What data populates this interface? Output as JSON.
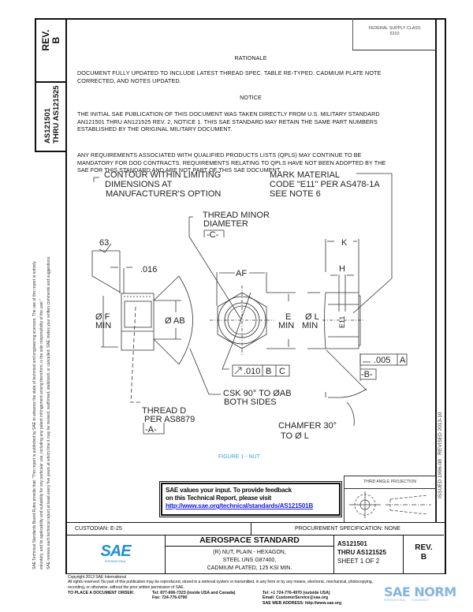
{
  "side_strip": {
    "rev_label": "REV.",
    "rev_value": "B",
    "doc_number": "AS121501",
    "doc_thru": "THRU AS121525"
  },
  "left_margin": {
    "line1": "SAE Technical Standards Board Rules provide that: \"This report is published by SAE to advance the state of technical and engineering sciences. The use of this report is entirely",
    "line2": "voluntary, and its applicability and suitability for any particular use, including any patent infringement arising therefrom, is the sole responsibility of the user.\"",
    "line3": "SAE reviews each technical report at least every five years at which time it may be revised, reaffirmed, stabilized, or cancelled. SAE invites your written comments and suggestions."
  },
  "federal_supply": {
    "line1": "FEDERAL SUPPLY CLASS",
    "line2": "5310"
  },
  "rationale": {
    "heading": "RATIONALE",
    "body": [
      "DOCUMENT FULLY UPDATED TO INCLUDE LATEST THREAD SPEC. TABLE RE-TYPED. CADMIUM PLATE NOTE",
      "CORRECTED, AND NOTES UPDATED."
    ]
  },
  "notice": {
    "heading": "NOTICE",
    "para1": [
      "THE INITIAL SAE PUBLICATION OF THIS DOCUMENT WAS TAKEN DIRECTLY FROM U.S. MILITARY STANDARD",
      "AN121501 THRU AN121525 REV. 2, NOTICE 1. THIS SAE STANDARD MAY RETAIN THE SAME PART NUMBERS",
      "ESTABLISHED BY THE ORIGINAL MILITARY DOCUMENT."
    ],
    "para2": [
      "ANY REQUIREMENTS ASSOCIATED WITH QUALIFIED PRODUCTS LISTS (QPLS) MAY CONTINUE TO BE",
      "MANDATORY FOR DOD CONTRACTS. REQUIREMENTS RELATING TO QPLS HAVE NOT BEEN ADOPTED BY THE",
      "SAE FOR THIS STANDARD AND ARE NOT PART OF THIS SAE DOCUMENT."
    ]
  },
  "drawing": {
    "contour": [
      "CONTOUR WITHIN LIMITING",
      "DIMENSIONS AT",
      "MANUFACTURER'S OPTION"
    ],
    "mark_material": [
      "MARK MATERIAL",
      "CODE \"E11\" PER AS478-1A",
      "SEE NOTE 6"
    ],
    "thread_minor": [
      "THREAD MINOR",
      "DIAMETER",
      "-C-"
    ],
    "surface_finish": "63",
    "dim_016": ".016",
    "dia_f": [
      "Ø F",
      "MIN"
    ],
    "dia_ab": "Ø AB",
    "af": "AF",
    "e_min": [
      "E",
      "MIN"
    ],
    "dia_l": [
      "Ø L",
      "MIN"
    ],
    "k": "K",
    "h": "H",
    "mark_code": "E11",
    "tol_005": ".005",
    "datum_a_ref": "A",
    "datum_b": "-B-",
    "tol_010": ".010",
    "datum_b_ref": "B",
    "datum_c_ref": "C",
    "csk": [
      "CSK 90° TO ØAB",
      "BOTH SIDES"
    ],
    "thread_d": [
      "THREAD D",
      "PER AS8879",
      "-A-"
    ],
    "chamfer": [
      "CHAMFER 30°",
      "TO Ø L"
    ],
    "figure_caption": "FIGURE 1 - NUT",
    "caption_color": "#3a9ee0"
  },
  "right_margin": {
    "issued": "ISSUED 1996-08",
    "revised": "REVISED 2013-10"
  },
  "projection": {
    "label": "THIRD ANGLE PROJECTION"
  },
  "feedback": {
    "line1": "SAE values your input. To provide feedback",
    "line2": "on this Technical Report, please visit",
    "link": "http://www.sae.org/technical/standards/AS121501B"
  },
  "title_block": {
    "custodian": "CUSTODIAN: E-25",
    "procurement": "PROCUREMENT SPECIFICATION: NONE",
    "logo_text": "SAE",
    "logo_sub": "INTERNATIONAL",
    "heading": "AEROSPACE STANDARD",
    "desc": [
      "(R) NUT, PLAIN - HEXAGON,",
      "STEEL UNS G87400,",
      "CADMIUM PLATED, 125 KSI MIN."
    ],
    "doc_number": "AS121501",
    "doc_thru": "THRU AS121525",
    "sheet": "SHEET 1 OF 2",
    "rev_label": "REV.",
    "rev_value": "B",
    "brand_color": "#1e8fd6"
  },
  "footer": {
    "copyright": "Copyright 2013 SAE International",
    "rights": "All rights reserved. No part of this publication may be reproduced, stored in a retrieval system or transmitted, in any form or by any means, electronic, mechanical, photocopying,",
    "rights2": "recording, or otherwise, without the prior written permission of SAE.",
    "order_label": "TO PLACE A DOCUMENT ORDER:",
    "tel1": "Tel: 877-606-7323 (inside USA and Canada)",
    "fax": "Fax: 724-776-0790",
    "tel2": "Tel: +1 724-776-4970 (outside USA)",
    "email": "Email: CustomerService@sae.org",
    "web": "SAE WEB ADDRESS: http://www.sae.org"
  },
  "watermark": {
    "text": "SAE NORM",
    "sub": "INTERNATIONAL",
    "sub2": "STANDARDS"
  }
}
